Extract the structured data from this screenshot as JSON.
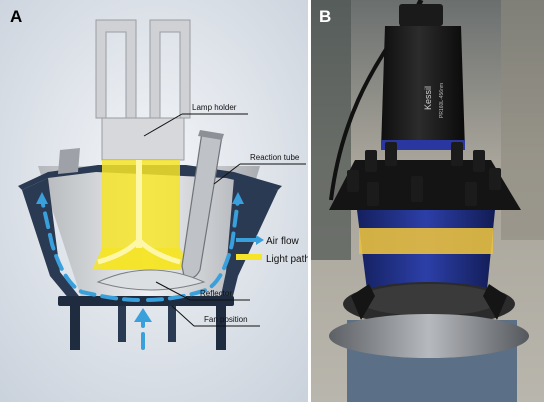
{
  "panels": [
    {
      "letter": "A",
      "callouts": {
        "lamp_holder": "Lamp holder",
        "reaction_tube": "Reaction tube",
        "reflector": "Reflector",
        "fan_position": "Fan position"
      },
      "legend": {
        "air_flow": "Air flow",
        "light_path": "Light path"
      },
      "colors": {
        "air_flow": "#3aa0dc",
        "light_path": "#f5e428",
        "body": "#2a3a52"
      }
    },
    {
      "letter": "B",
      "lamp_brand": "Kessil",
      "lamp_model": "PR160L-456nm",
      "colors": {
        "lamp_body": "#1c1c1c",
        "vessel_blue": "#1f2f8a",
        "light_band": "#e8c040"
      }
    }
  ]
}
